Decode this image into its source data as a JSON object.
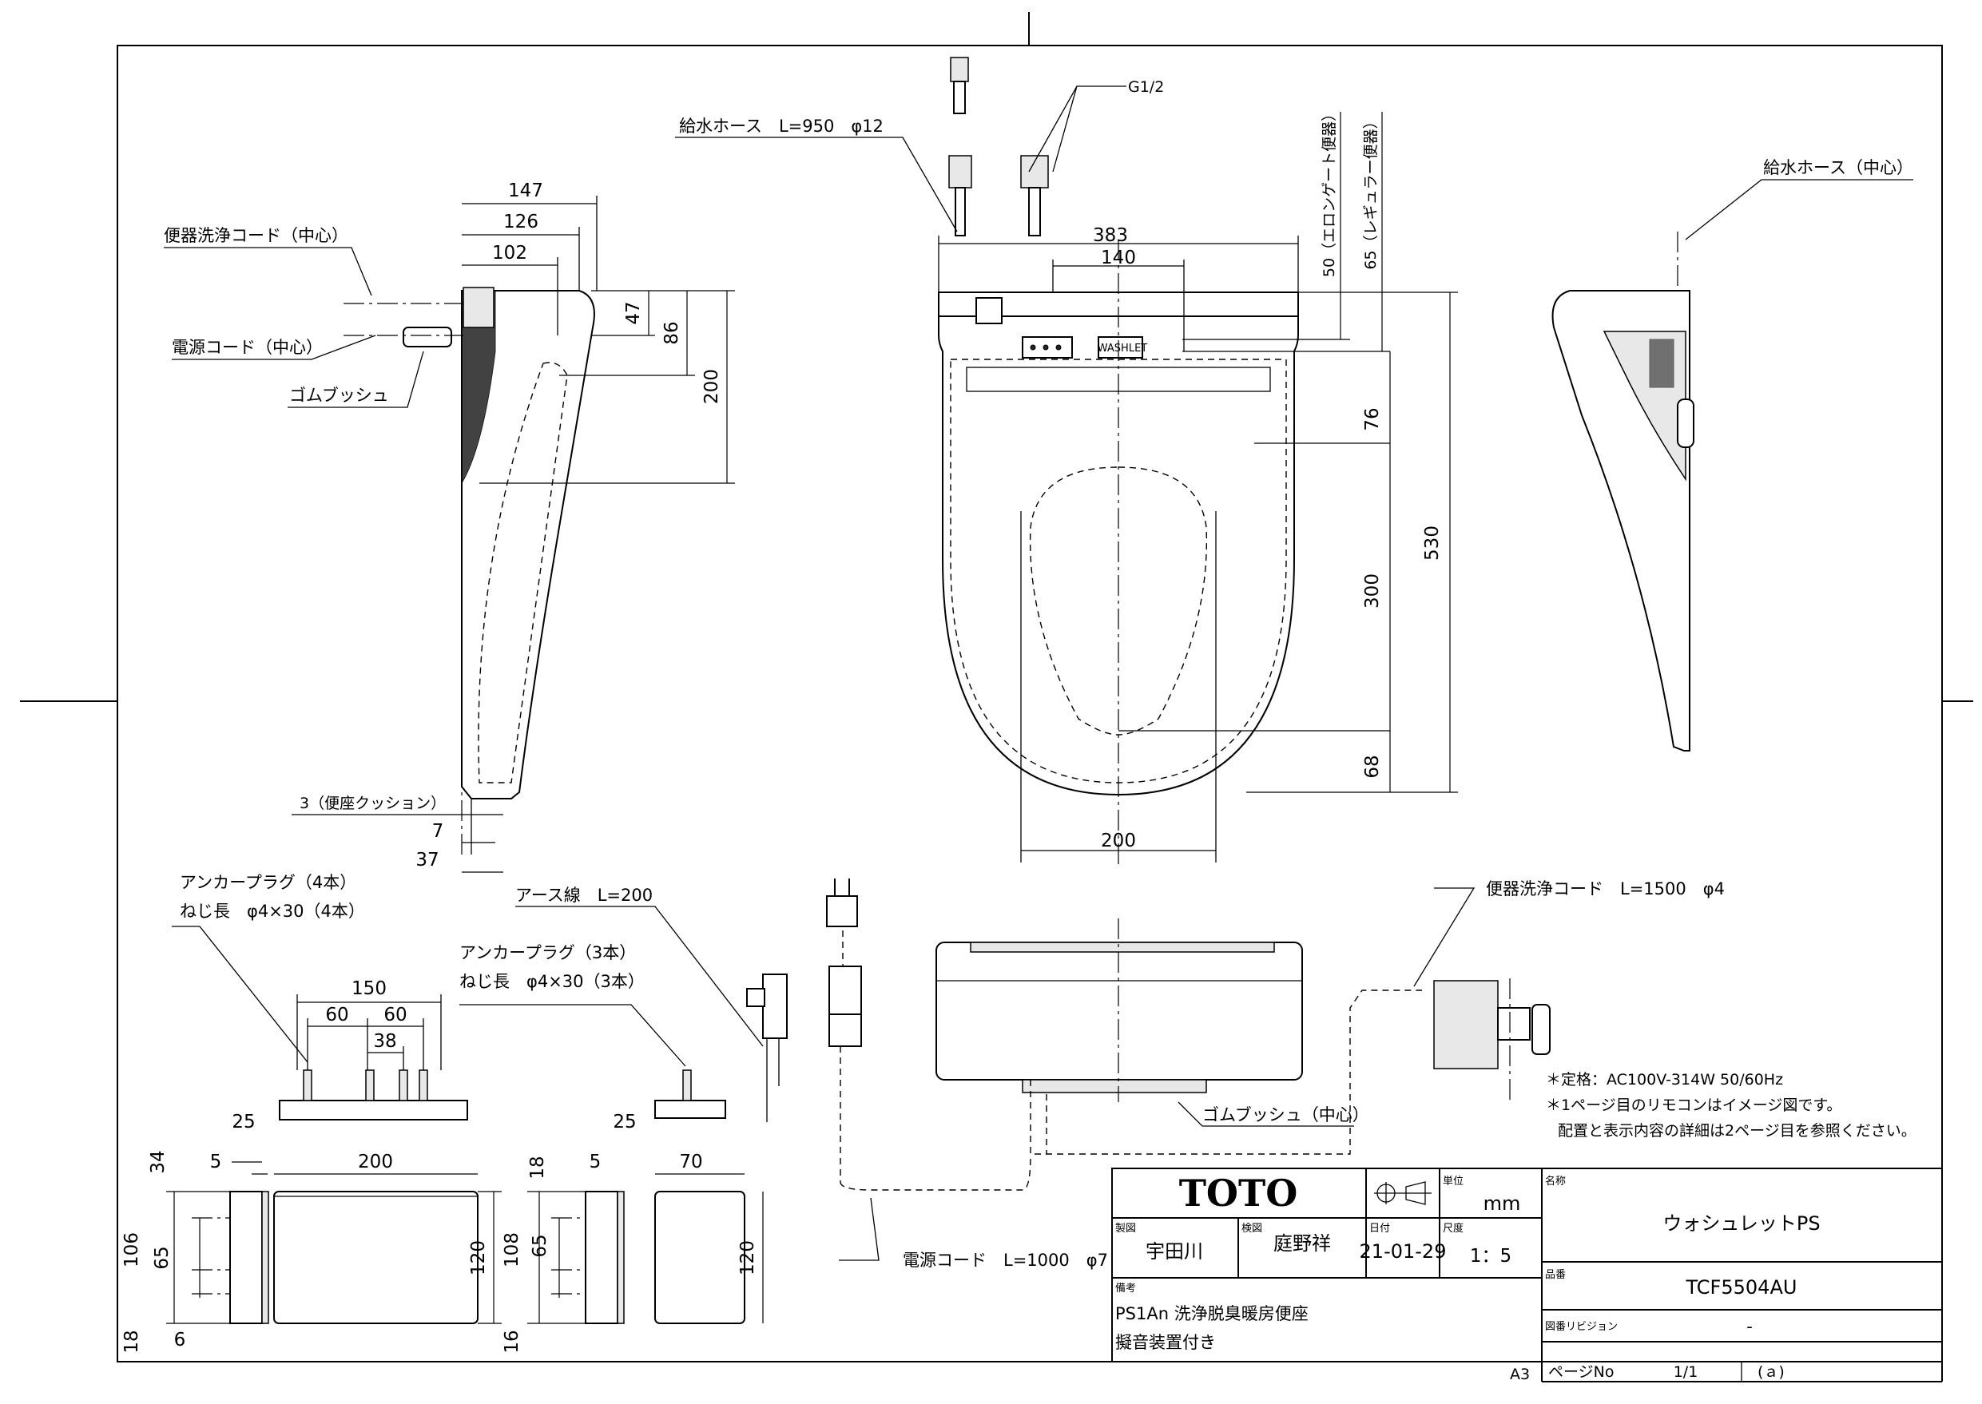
{
  "title_block": {
    "brand": "TOTO",
    "unit_label": "単位",
    "unit_value": "mm",
    "drawn_label": "製図",
    "drawn_value": "宇田川",
    "checked_label": "検図",
    "checked_value": "庭野祥",
    "date_label": "日付",
    "date_value": "21-01-29",
    "scale_label": "尺度",
    "scale_value": "1：5",
    "remarks_label": "備考",
    "remarks_line1": "PS1An 洗浄脱臭暖房便座",
    "remarks_line2": "擬音装置付き",
    "name_label": "名称",
    "name_value": "ウォシュレットPS",
    "part_label": "品番",
    "part_value": "TCF5504AU",
    "revision_label": "図番リビジョン",
    "revision_value": "-",
    "page_label": "ページNo",
    "page_value": "1/1",
    "page_extra": "(ａ)",
    "paper_size": "A3"
  },
  "labels": {
    "supply_hose_left": "給水ホース　L=950　φ12",
    "g12": "G1/2",
    "supply_hose_right": "給水ホース（中心）",
    "elongated": "50（エロンゲート便器）",
    "regular": "65（レギュラー便器）",
    "bowl_wash_cord_center": "便器洗浄コード（中心）",
    "power_cord_center": "電源コード（中心）",
    "rubber_bush": "ゴムブッシュ",
    "seat_cushion": "3（便座クッション）",
    "anchor4_line1": "アンカープラグ（4本）",
    "anchor4_line2": "ねじ長　φ4×30（4本）",
    "earth_wire": "アース線　L=200",
    "anchor3_line1": "アンカープラグ（3本）",
    "anchor3_line2": "ねじ長　φ4×30（3本）",
    "bowl_wash_cord": "便器洗浄コード　L=1500　φ4",
    "rubber_bush_center": "ゴムブッシュ（中心）",
    "power_cord": "電源コード　L=1000　φ7",
    "note1": "＊定格：AC100V-314W 50/60Hz",
    "note2": "＊1ページ目のリモコンはイメージ図です。",
    "note3": "配置と表示内容の詳細は2ページ目を参照ください。",
    "panel_caption": "WASHLET"
  },
  "dims": {
    "d147": "147",
    "d126": "126",
    "d102": "102",
    "d47": "47",
    "d86": "86",
    "d200_side": "200",
    "d7": "7",
    "d37": "37",
    "d383": "383",
    "d140": "140",
    "d76": "76",
    "d530": "530",
    "d300": "300",
    "d68": "68",
    "d200_front": "200",
    "d150": "150",
    "d60a": "60",
    "d60b": "60",
    "d38": "38",
    "d25a": "25",
    "d5a": "5",
    "d200_rc": "200",
    "d34": "34",
    "d106": "106",
    "d65a": "65",
    "d18a": "18",
    "d6": "6",
    "d120a": "120",
    "d25b": "25",
    "d5b": "5",
    "d70": "70",
    "d18b": "18",
    "d108": "108",
    "d65b": "65",
    "d16": "16",
    "d120b": "120"
  }
}
